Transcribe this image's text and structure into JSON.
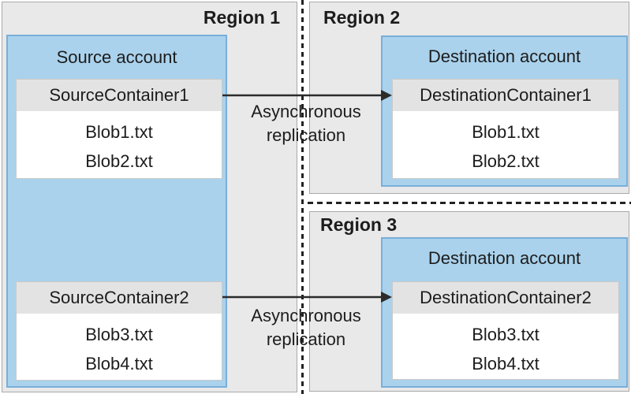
{
  "colors": {
    "region-fill": "#e9e9e9",
    "region-border": "#a9a9a9",
    "account-fill": "#aad2ec",
    "account-border": "#79afda",
    "container-fill": "#ffffff",
    "container-border": "#c9c9c9",
    "container-header-fill": "#e3e3e3",
    "line-color": "#222222",
    "arrow-color": "#2b2b2b",
    "text-color": "#1c1c1c"
  },
  "regions": [
    {
      "label": "Region 1",
      "account": {
        "title": "Source account",
        "containers": [
          {
            "name": "SourceContainer1",
            "blobs": [
              "Blob1.txt",
              "Blob2.txt"
            ]
          },
          {
            "name": "SourceContainer2",
            "blobs": [
              "Blob3.txt",
              "Blob4.txt"
            ]
          }
        ]
      }
    },
    {
      "label": "Region 2",
      "account": {
        "title": "Destination account",
        "containers": [
          {
            "name": "DestinationContainer1",
            "blobs": [
              "Blob1.txt",
              "Blob2.txt"
            ]
          }
        ]
      }
    },
    {
      "label": "Region 3",
      "account": {
        "title": "Destination account",
        "containers": [
          {
            "name": "DestinationContainer2",
            "blobs": [
              "Blob3.txt",
              "Blob4.txt"
            ]
          }
        ]
      }
    }
  ],
  "arrows": [
    {
      "label": {
        "line1": "Asynchronous",
        "line2": "replication"
      }
    },
    {
      "label": {
        "line1": "Asynchronous",
        "line2": "replication"
      }
    }
  ]
}
